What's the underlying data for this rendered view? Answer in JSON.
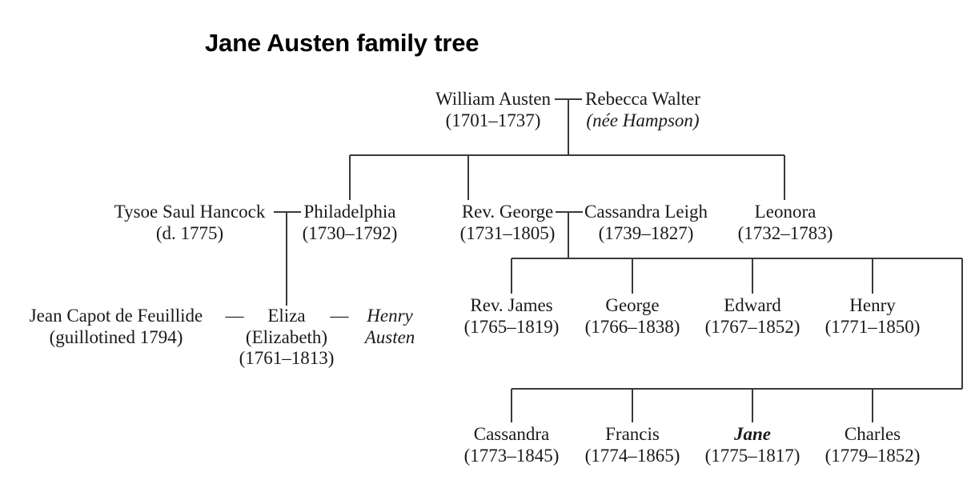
{
  "title": "Jane Austen family tree",
  "generations": {
    "g1": [
      {
        "name": "William Austen",
        "dates": "(1701–1737)",
        "style": "normal"
      },
      {
        "name": "Rebecca Walter",
        "dates": "(née Hampson)",
        "style": "dates-italic"
      }
    ],
    "g2": [
      {
        "name": "Tysoe Saul Hancock",
        "dates": "(d. 1775)",
        "style": "normal"
      },
      {
        "name": "Philadelphia",
        "dates": "(1730–1792)",
        "style": "normal"
      },
      {
        "name": "Rev. George",
        "dates": "(1731–1805)",
        "style": "normal"
      },
      {
        "name": "Cassandra Leigh",
        "dates": "(1739–1827)",
        "style": "normal"
      },
      {
        "name": "Leonora",
        "dates": "(1732–1783)",
        "style": "normal"
      }
    ],
    "g3_left": [
      {
        "name": "Jean Capot de Feuillide",
        "dates": "(guillotined 1794)",
        "style": "normal"
      },
      {
        "name": "Eliza",
        "dates": "(Elizabeth)",
        "dates2": "(1761–1813)",
        "style": "normal"
      },
      {
        "name": "Henry",
        "dates": "Austen",
        "style": "italic"
      }
    ],
    "g3_right": [
      {
        "name": "Rev. James",
        "dates": "(1765–1819)",
        "style": "normal"
      },
      {
        "name": "George",
        "dates": "(1766–1838)",
        "style": "normal"
      },
      {
        "name": "Edward",
        "dates": "(1767–1852)",
        "style": "normal"
      },
      {
        "name": "Henry",
        "dates": "(1771–1850)",
        "style": "normal"
      }
    ],
    "g3_right2": [
      {
        "name": "Cassandra",
        "dates": "(1773–1845)",
        "style": "normal"
      },
      {
        "name": "Francis",
        "dates": "(1774–1865)",
        "style": "normal"
      },
      {
        "name": "Jane",
        "dates": "(1775–1817)",
        "style": "bolditalic"
      },
      {
        "name": "Charles",
        "dates": "(1779–1852)",
        "style": "normal"
      }
    ]
  },
  "marriage_dashes": {
    "eliza_left": "—",
    "eliza_right": "—"
  },
  "colors": {
    "line": "#3a3a3a",
    "text": "#1a1a1a",
    "title": "#000000",
    "background": "#ffffff"
  }
}
